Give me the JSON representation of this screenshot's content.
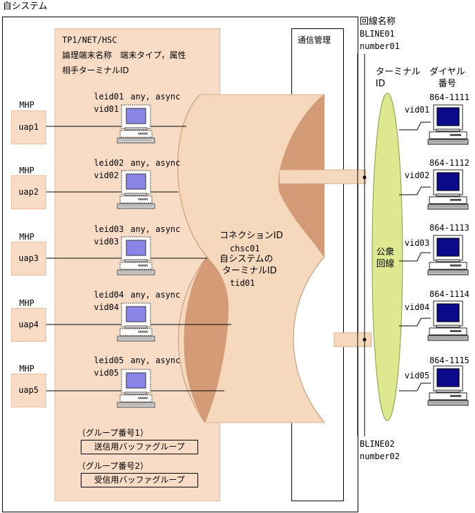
{
  "system_label": "自システム",
  "hsc_title": "TP1/NET/HSC",
  "hsc_line1": "論理端末名称　端末タイプ，属性",
  "hsc_line2": "相手ターミナルID",
  "comm_mgmt": "通信管理",
  "line1": {
    "name": "回線名称",
    "id": "BLINE01",
    "number": "number01"
  },
  "line2": {
    "id": "BLINE02",
    "number": "number02"
  },
  "terminal_id_header": "ターミナル\nID",
  "dial_header": "ダイヤル\n番号",
  "public_line": "公衆\n回線",
  "connection": {
    "label": "コネクションID",
    "id": "chsc01",
    "own_label": "自システムの",
    "tid_label": "ターミナルID",
    "tid": "tid01"
  },
  "group1_label": "（グループ番号1）",
  "group1_box": "送信用バッファグループ",
  "group2_label": "（グループ番号2）",
  "group2_box": "受信用バッファグループ",
  "uaps": [
    {
      "mhp": "MHP",
      "uap": "uap1",
      "leid": "leid01",
      "type": "any, async",
      "vid": "vid01"
    },
    {
      "mhp": "MHP",
      "uap": "uap2",
      "leid": "leid02",
      "type": "any, async",
      "vid": "vid02"
    },
    {
      "mhp": "MHP",
      "uap": "uap3",
      "leid": "leid03",
      "type": "any, async",
      "vid": "vid03"
    },
    {
      "mhp": "MHP",
      "uap": "uap4",
      "leid": "leid04",
      "type": "any, async",
      "vid": "vid04"
    },
    {
      "mhp": "MHP",
      "uap": "uap5",
      "leid": "leid05",
      "type": "any, async",
      "vid": "vid05"
    }
  ],
  "remotes": [
    {
      "dial": "864-1111",
      "vid": "vid01"
    },
    {
      "dial": "864-1112",
      "vid": "vid02"
    },
    {
      "dial": "864-1113",
      "vid": "vid03"
    },
    {
      "dial": "864-1114",
      "vid": "vid04"
    },
    {
      "dial": "864-1115",
      "vid": "vid05"
    }
  ],
  "colors": {
    "hsc_bg": "#f9dcc6",
    "cylinder": "#f6d8bd",
    "cylinder_dark": "#d49c76",
    "ellipse": "#dde88f",
    "screen": "#8a86e8",
    "remote_screen": "#0a0a8a"
  }
}
